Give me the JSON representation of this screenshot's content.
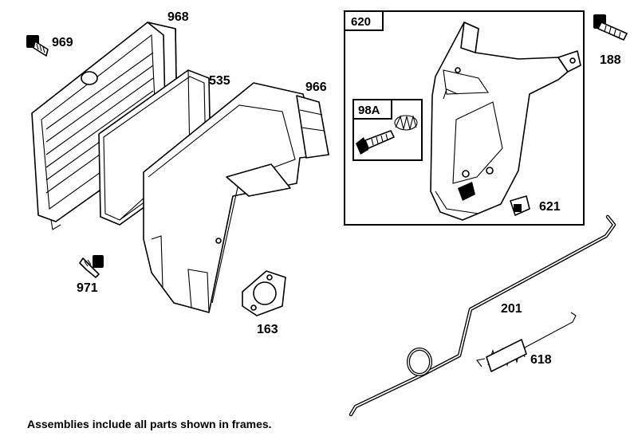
{
  "parts": {
    "p968": "968",
    "p969": "969",
    "p535": "535",
    "p966": "966",
    "p971": "971",
    "p163": "163",
    "p620": "620",
    "p98a": "98A",
    "p621": "621",
    "p188": "188",
    "p201": "201",
    "p618": "618"
  },
  "footer_note": "Assemblies include all parts shown in frames."
}
